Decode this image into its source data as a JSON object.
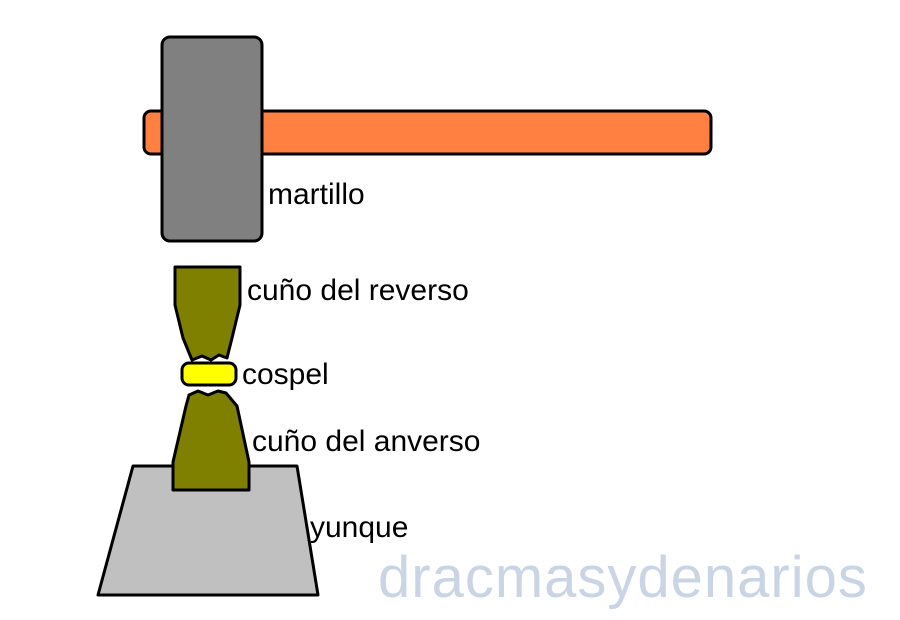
{
  "labels": {
    "hammer": "martillo",
    "reverse_die": "cuño del reverso",
    "blank": "cospel",
    "obverse_die": "cuño del anverso",
    "anvil": "yunque"
  },
  "watermark": "dracmasydenarios",
  "colors": {
    "hammer_handle": "#ff8040",
    "hammer_head": "#808080",
    "dies": "#808000",
    "blank": "#ffff00",
    "anvil": "#c0c0c0",
    "outline": "#000000",
    "watermark": "#c9d4e4"
  }
}
